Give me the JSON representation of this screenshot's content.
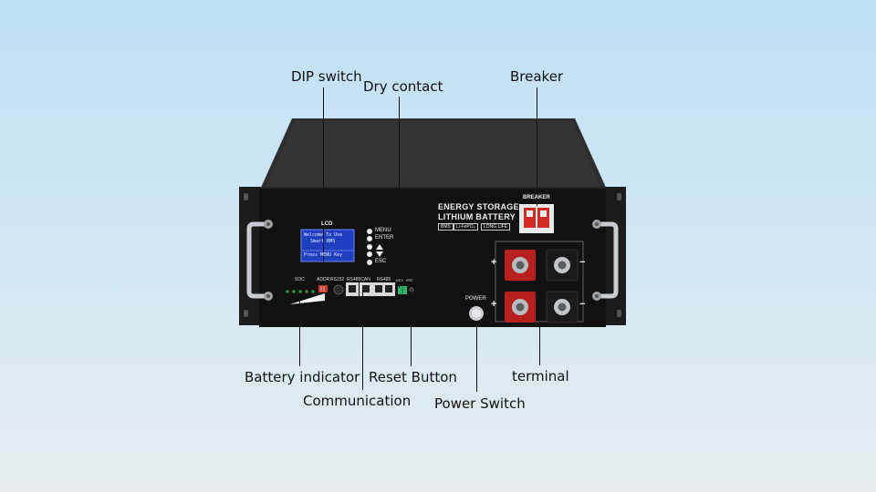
{
  "callouts": {
    "dip_switch": "DIP switch",
    "dry_contact": "Dry contact",
    "breaker": "Breaker",
    "battery_indicator": "Battery indicator",
    "reset_button": "Reset Button",
    "terminal": "terminal",
    "communication": "Communication",
    "power_switch": "Power Switch"
  },
  "panel": {
    "title_line1": "ENERGY STORAGE",
    "title_line2": "LITHIUM BATTERY",
    "tag_bms": "BMS",
    "tag_chem": "Li-FePO₄",
    "tag_life": "LONG LIFE",
    "breaker_label": "BREAKER",
    "lcd_label": "LCD",
    "lcd_line1": "Welcome To Use",
    "lcd_line2": "Smart BMS",
    "lcd_line3": "Press MENU Key",
    "menu": "MENU",
    "enter": "ENTER",
    "esc": "ESC",
    "soc": "SOC",
    "addr": "ADDR",
    "rs232": "RS232",
    "rs485can": "RS485CAN",
    "rs485": "RS485",
    "key": "KEY",
    "rst": "RST",
    "power": "POWER",
    "plus": "+",
    "minus": "−"
  }
}
